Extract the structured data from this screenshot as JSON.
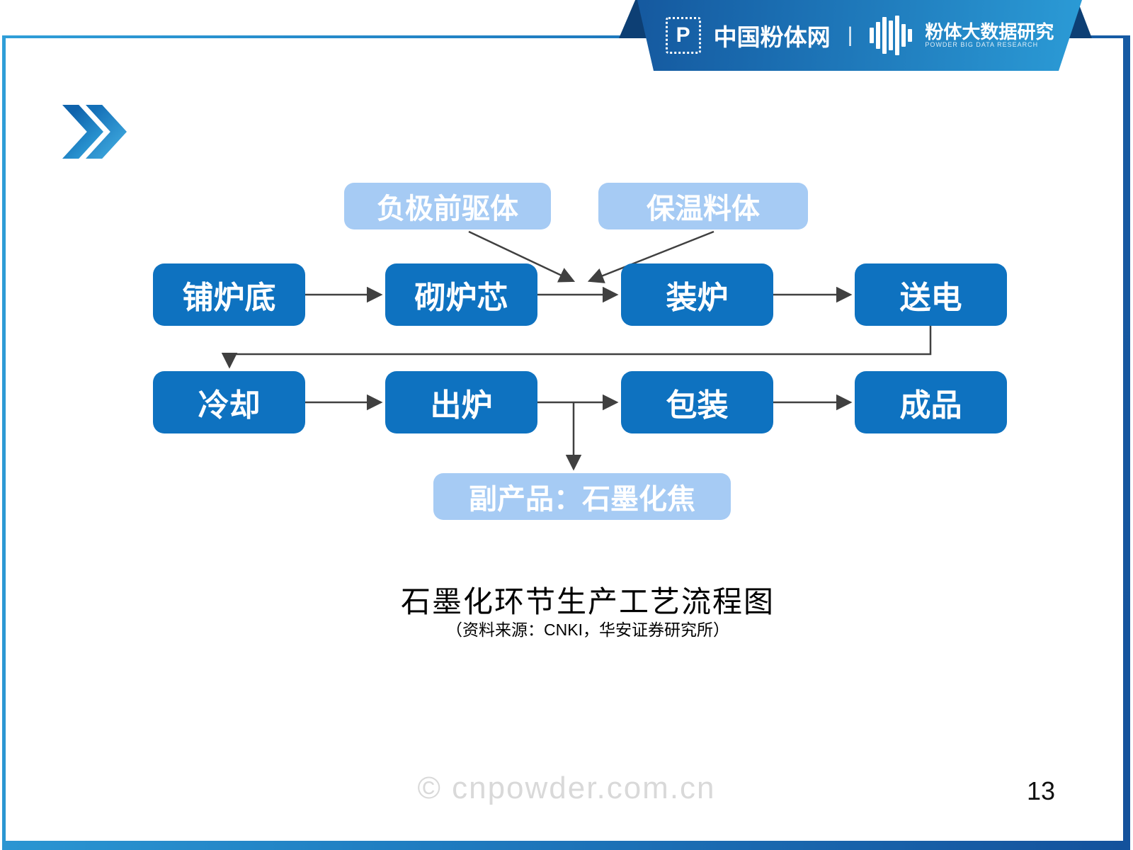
{
  "header": {
    "brand_left": "中国粉体网",
    "divider": "|",
    "brand_right_title": "粉体大数据研究",
    "brand_right_subtitle": "POWDER BIG DATA RESEARCH",
    "logo_glyph": "P"
  },
  "flow": {
    "inputs": [
      "负极前驱体",
      "保温料体"
    ],
    "row1": [
      "铺炉底",
      "砌炉芯",
      "装炉",
      "送电"
    ],
    "row2": [
      "冷却",
      "出炉",
      "包装",
      "成品"
    ],
    "byproduct": "副产品：石墨化焦"
  },
  "caption": {
    "title": "石墨化环节生产工艺流程图",
    "source": "（资料来源：CNKI，华安证券研究所）"
  },
  "footer": {
    "watermark": "© cnpowder.com.cn",
    "page_number": "13"
  },
  "colors": {
    "node_dark": "#0e72c0",
    "node_light": "#a6cbf4",
    "banner_gradient_start": "#15599f",
    "banner_gradient_end": "#2b9bd6",
    "frame_gradient_start": "#2f9ed8",
    "frame_gradient_end": "#14529c",
    "fold_dark": "#0d3f74",
    "arrow": "#404040",
    "watermark_gray": "#d9d9d9"
  }
}
